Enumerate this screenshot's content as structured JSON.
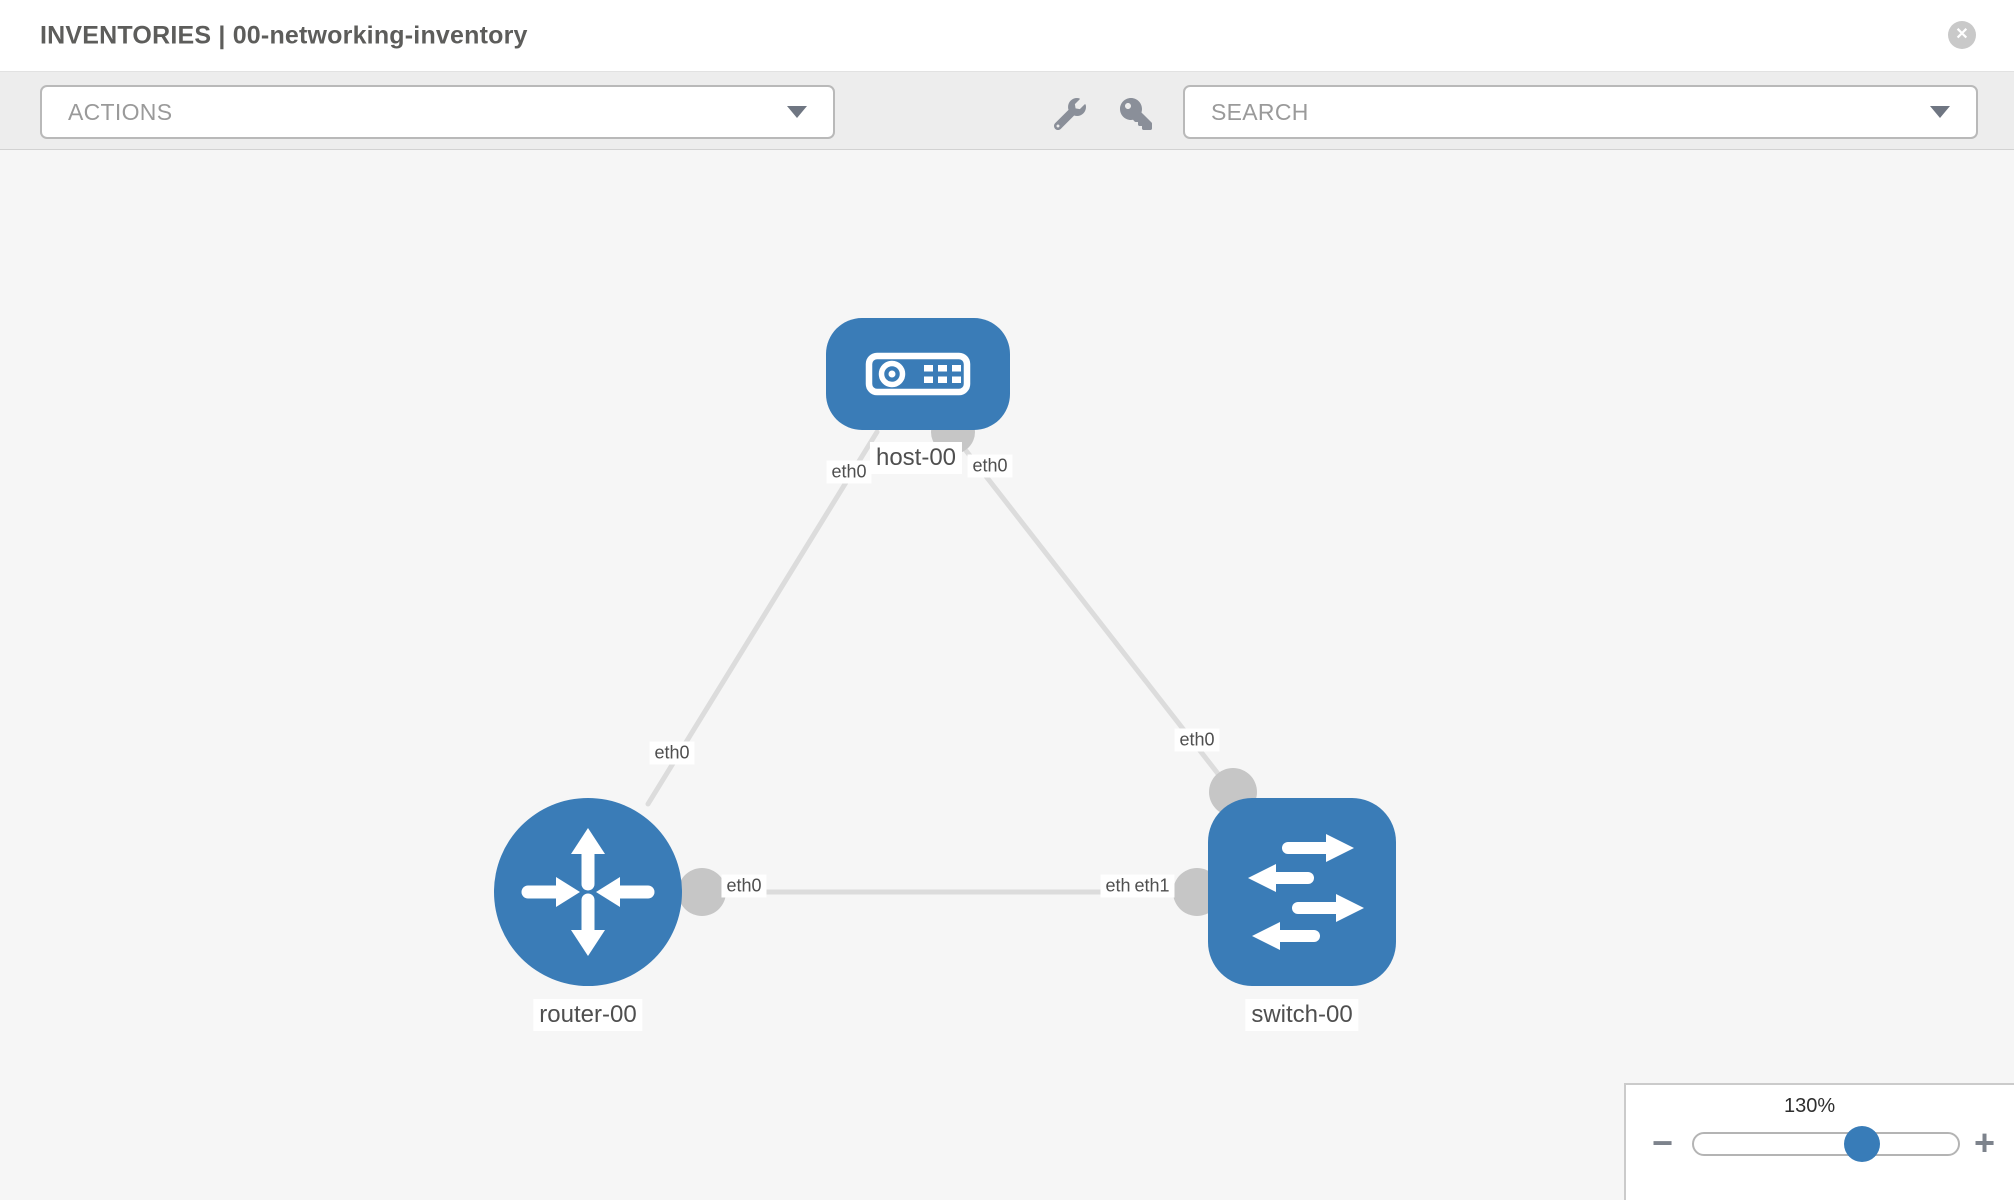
{
  "header": {
    "title": "INVENTORIES | 00-networking-inventory",
    "close_glyph": "✕"
  },
  "toolbar": {
    "actions_label": "ACTIONS",
    "search_label": "SEARCH",
    "icons": [
      "wrench-icon",
      "key-icon"
    ]
  },
  "colors": {
    "node_blue": "#3a7cb7",
    "link_gray": "#dcdcdc",
    "port_gray": "#c6c6c6",
    "canvas_bg": "#f6f6f6"
  },
  "topology": {
    "nodes": {
      "host": {
        "label": "host-00",
        "type": "host"
      },
      "router": {
        "label": "router-00",
        "type": "router"
      },
      "switch": {
        "label": "switch-00",
        "type": "switch"
      }
    },
    "interface_labels": {
      "host_left": "eth0",
      "host_right": "eth0",
      "router_uplink": "eth0",
      "switch_uplink": "eth0",
      "router_right": "eth0",
      "switch_left_back": "eth0",
      "switch_left_front": "eth1"
    },
    "links": [
      {
        "from": "host-00",
        "to": "router-00"
      },
      {
        "from": "host-00",
        "to": "switch-00"
      },
      {
        "from": "router-00",
        "to": "switch-00"
      }
    ]
  },
  "zoom_control": {
    "level": "130%",
    "minus_glyph": "−",
    "plus_glyph": "+"
  }
}
